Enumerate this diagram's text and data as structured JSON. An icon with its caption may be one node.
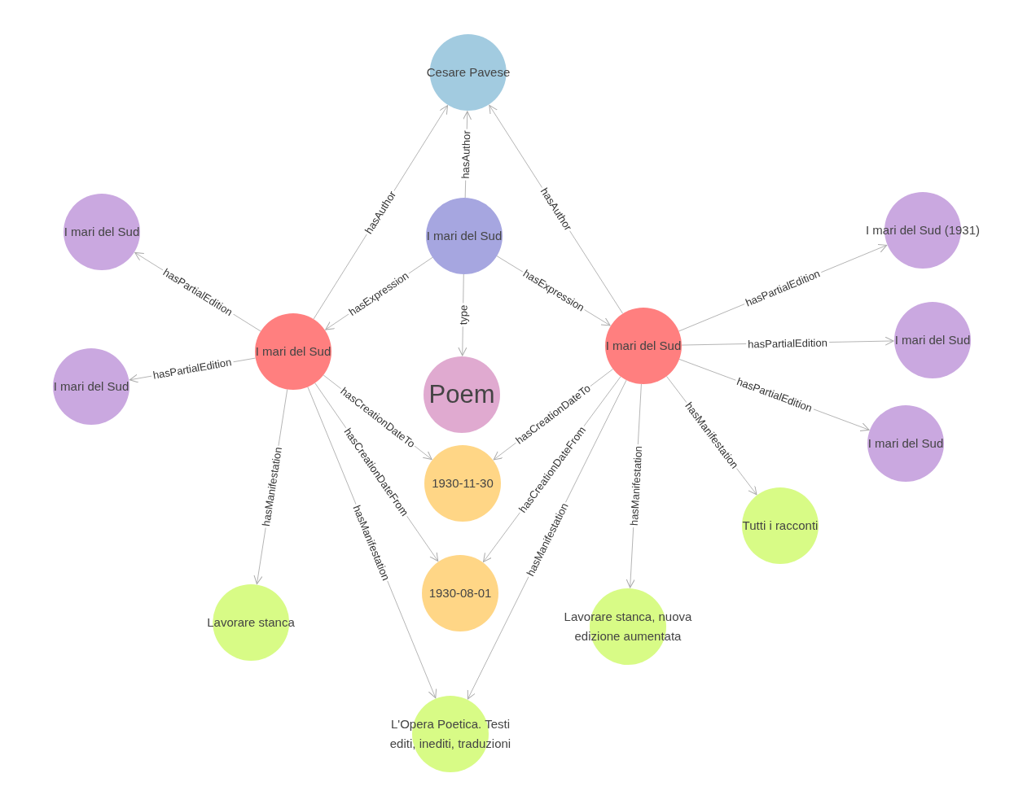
{
  "diagram": {
    "nodes": [
      {
        "text": [
          "Cesare Pavese"
        ]
      },
      {
        "text": [
          "I mari del Sud"
        ]
      },
      {
        "text": [
          "I mari del Sud"
        ]
      },
      {
        "text": [
          "I mari del Sud"
        ]
      },
      {
        "text": [
          "Poem"
        ]
      },
      {
        "text": [
          "I mari del Sud"
        ]
      },
      {
        "text": [
          "I mari del Sud"
        ]
      },
      {
        "text": [
          "1930-11-30"
        ]
      },
      {
        "text": [
          "1930-08-01"
        ]
      },
      {
        "text": [
          "Lavorare stanca"
        ]
      },
      {
        "text": [
          "L'Opera Poetica. Testi editi, inediti, traduzioni"
        ]
      },
      {
        "text": [
          "I mari del Sud (1931)"
        ]
      },
      {
        "text": [
          "I mari del Sud"
        ]
      },
      {
        "text": [
          "I mari del Sud"
        ]
      },
      {
        "text": [
          "Tutti i racconti"
        ]
      },
      {
        "text": [
          "Lavorare stanca, nuova edizione aumentata"
        ]
      }
    ],
    "edges": [
      {
        "from": 1,
        "to": 0,
        "arrow": "to",
        "label": "hasAuthor"
      },
      {
        "from": 1,
        "to": 2,
        "arrow": "to",
        "label": "hasExpression"
      },
      {
        "from": 1,
        "to": 3,
        "arrow": "to",
        "label": "hasExpression"
      },
      {
        "from": 1,
        "to": 4,
        "arrow": "to",
        "label": "type"
      },
      {
        "from": 2,
        "to": 0,
        "arrow": "to",
        "label": "hasAuthor"
      },
      {
        "from": 3,
        "to": 0,
        "arrow": "to",
        "label": "hasAuthor"
      },
      {
        "from": 2,
        "to": 5,
        "arrow": "to",
        "label": "hasPartialEdition"
      },
      {
        "from": 2,
        "to": 6,
        "arrow": "to",
        "label": "hasPartialEdition"
      },
      {
        "from": 2,
        "to": 7,
        "arrow": "to",
        "label": "hasCreationDateTo"
      },
      {
        "from": 2,
        "to": 8,
        "arrow": "to",
        "label": "hasCreationDateFrom"
      },
      {
        "from": 2,
        "to": 9,
        "arrow": "to",
        "label": "hasManifestation"
      },
      {
        "from": 2,
        "to": 10,
        "arrow": "to",
        "label": "hasManifestation"
      },
      {
        "from": 3,
        "to": 11,
        "arrow": "to",
        "label": "hasPartialEdition"
      },
      {
        "from": 3,
        "to": 12,
        "arrow": "to",
        "label": "hasPartialEdition"
      },
      {
        "from": 3,
        "to": 13,
        "arrow": "to",
        "label": "hasPartialEdition"
      },
      {
        "from": 3,
        "to": 7,
        "arrow": "to",
        "label": "hasCreationDateTo"
      },
      {
        "from": 3,
        "to": 8,
        "arrow": "to",
        "label": "hasCreationDateFrom"
      },
      {
        "from": 3,
        "to": 10,
        "arrow": "to",
        "label": "hasManifestation"
      },
      {
        "from": 3,
        "to": 15,
        "arrow": "to",
        "label": "hasManifestation"
      },
      {
        "from": 3,
        "to": 14,
        "arrow": "to",
        "label": "hasManifestation"
      }
    ]
  }
}
